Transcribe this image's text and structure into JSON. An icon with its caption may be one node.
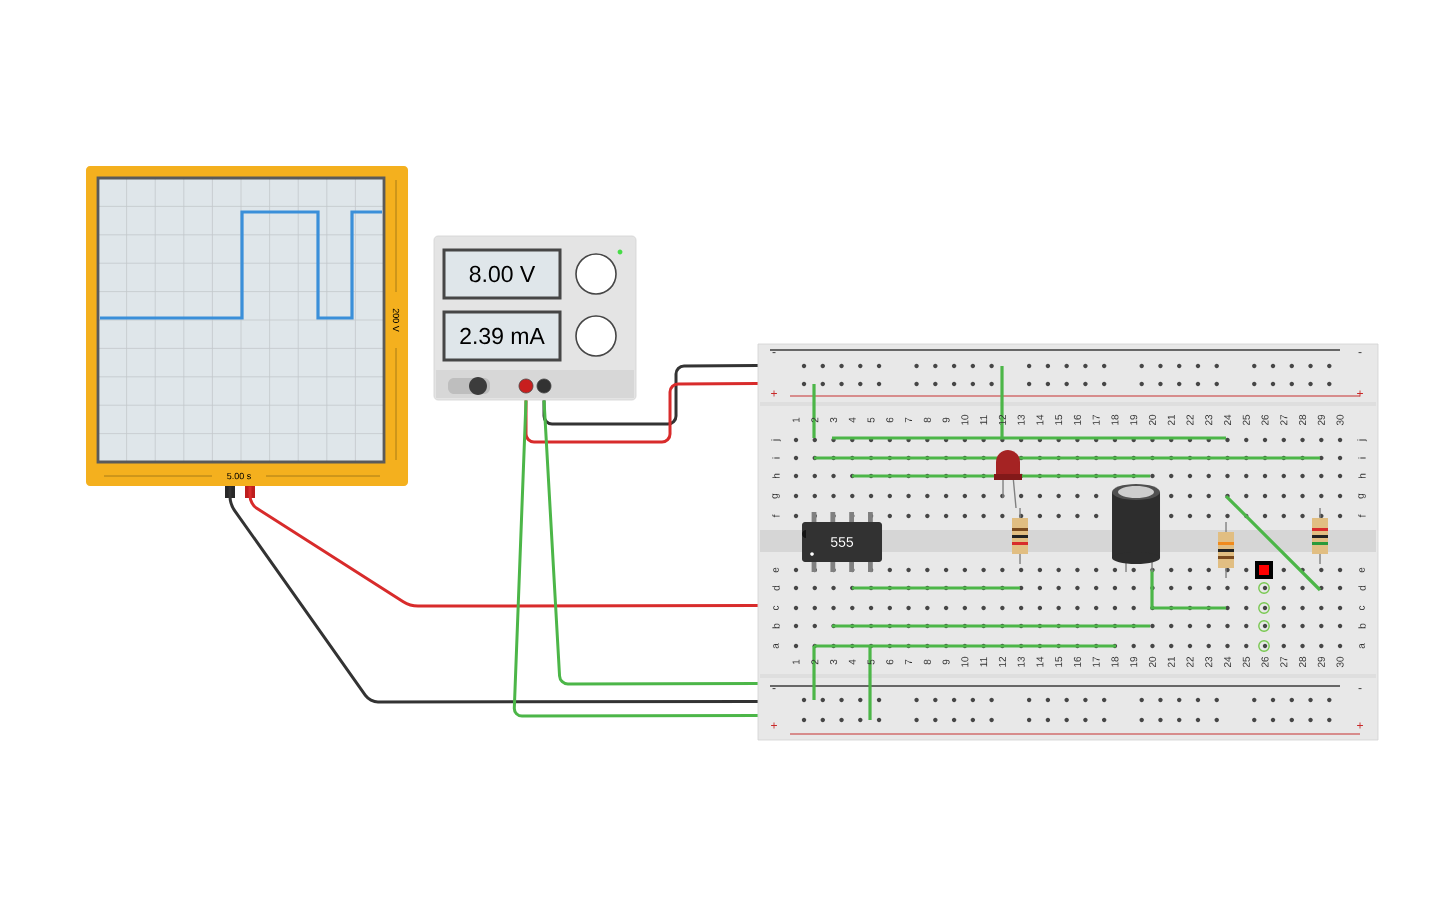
{
  "diagram": {
    "nodes": [
      {
        "text": [
          "5.00 s",
          "200 V"
        ]
      },
      {
        "text": [
          "8.00 V",
          "2.39 mA"
        ]
      },
      {
        "text": [],
        "shape": "box"
      },
      {
        "text": [
          "555"
        ],
        "in": 2
      },
      {
        "text": [],
        "shape": "led",
        "in": 2
      },
      {
        "text": [],
        "shape": "resistor",
        "in": 2
      },
      {
        "text": [],
        "shape": "capacitor",
        "in": 2
      },
      {
        "text": [],
        "shape": "resistor",
        "in": 2
      },
      {
        "text": [],
        "shape": "button",
        "in": 2
      },
      {
        "text": [],
        "shape": "resistor",
        "in": 2
      }
    ],
    "edges": [
      {
        "from": 0,
        "to": 2,
        "arrow": "none",
        "color": "#333333"
      },
      {
        "from": 0,
        "to": 2,
        "arrow": "none",
        "color": "#d82b2b"
      },
      {
        "from": 1,
        "to": 2,
        "arrow": "none",
        "color": "#333333"
      },
      {
        "from": 1,
        "to": 2,
        "arrow": "none",
        "color": "#d82b2b"
      },
      {
        "from": 1,
        "to": 2,
        "arrow": "none",
        "color": "#4cb648"
      },
      {
        "from": 1,
        "to": 2,
        "arrow": "none",
        "color": "#4cb648"
      }
    ],
    "labels": [
      "-",
      "+",
      "-",
      "+",
      "1",
      "2",
      "3",
      "4",
      "5",
      "6",
      "7",
      "8",
      "9",
      "10",
      "11",
      "12",
      "13",
      "14",
      "15",
      "16",
      "17",
      "18",
      "19",
      "20",
      "21",
      "22",
      "23",
      "24",
      "25",
      "26",
      "27",
      "28",
      "29",
      "30",
      "j",
      "i",
      "h",
      "g",
      "f",
      "j",
      "i",
      "h",
      "g",
      "f",
      "e",
      "d",
      "c",
      "b",
      "a",
      "e",
      "d",
      "c",
      "b",
      "a",
      "1",
      "2",
      "3",
      "4",
      "5",
      "6",
      "7",
      "8",
      "9",
      "10",
      "11",
      "12",
      "13",
      "14",
      "15",
      "16",
      "17",
      "18",
      "19",
      "20",
      "21",
      "22",
      "23",
      "24",
      "25",
      "26",
      "27",
      "28",
      "29",
      "30",
      "-",
      "+",
      "-",
      "+"
    ]
  }
}
